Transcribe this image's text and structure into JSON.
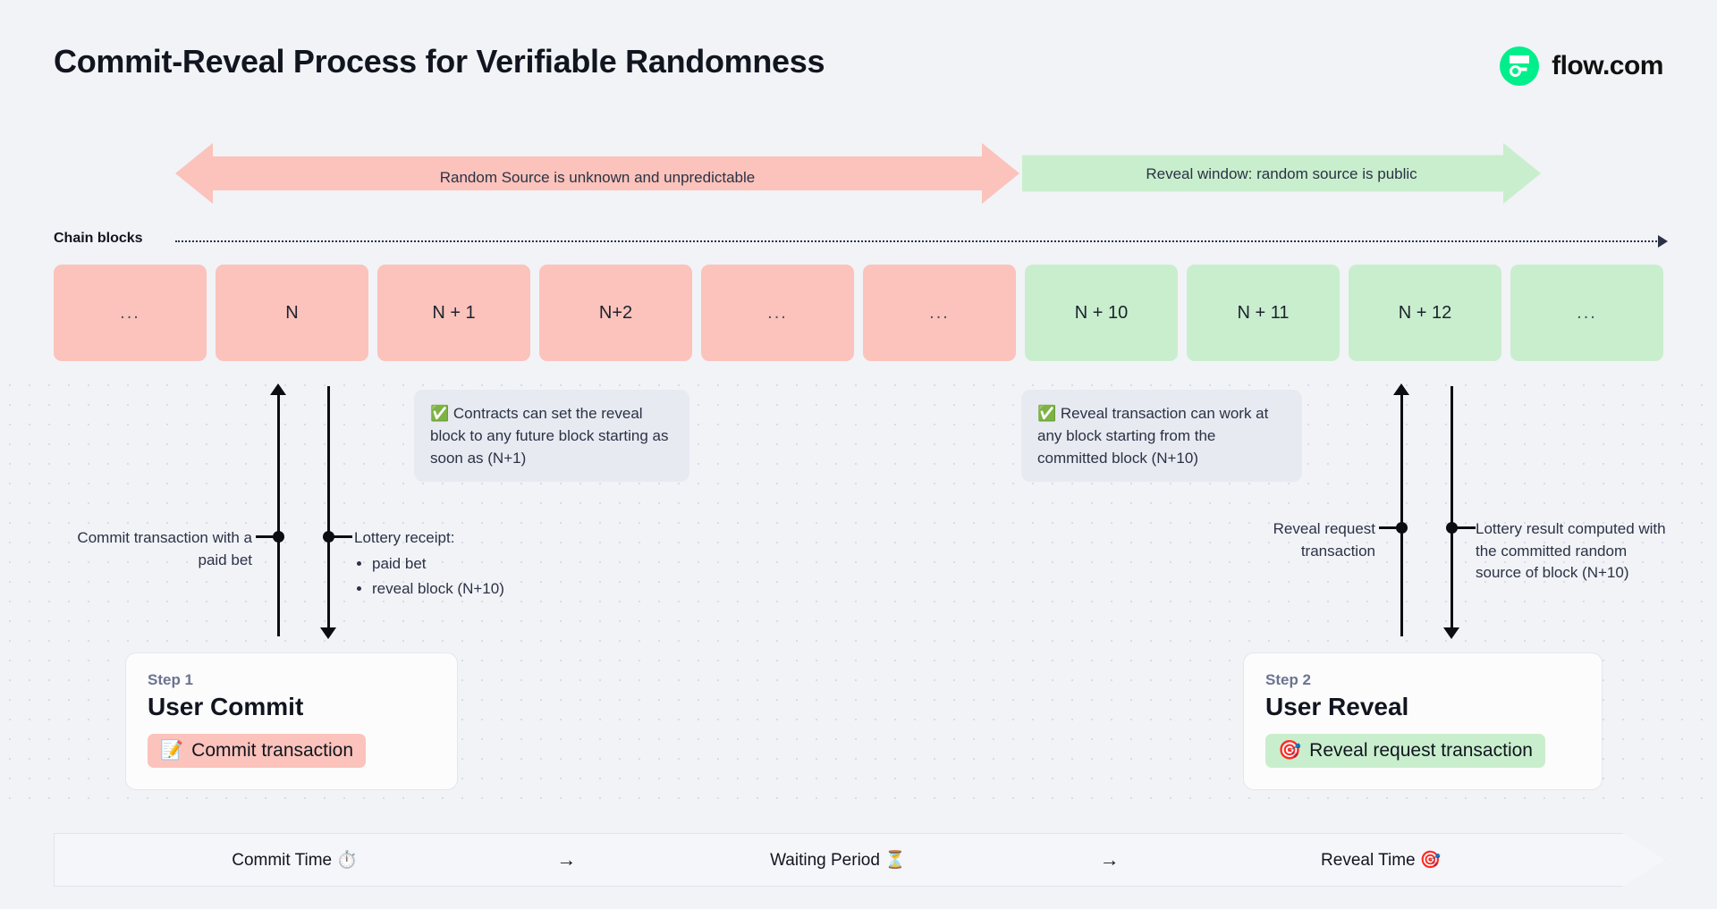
{
  "header": {
    "title": "Commit-Reveal Process for Verifiable Randomness",
    "logo_text": "flow.com",
    "logo_icon": "flow-logo-icon",
    "brand_color": "#00ef8b"
  },
  "banners": {
    "unpredictable": {
      "label": "Random Source is unknown and unpredictable",
      "color": "#fbc3bb",
      "direction": "double"
    },
    "reveal_window": {
      "label": "Reveal window: random source is public",
      "color": "#c9eecd",
      "direction": "right"
    }
  },
  "chain": {
    "label": "Chain blocks",
    "blocks": [
      {
        "label": "...",
        "state": "committed",
        "color": "#fbc3bb"
      },
      {
        "label": "N",
        "state": "committed",
        "color": "#fbc3bb"
      },
      {
        "label": "N + 1",
        "state": "committed",
        "color": "#fbc3bb"
      },
      {
        "label": "N+2",
        "state": "committed",
        "color": "#fbc3bb"
      },
      {
        "label": "...",
        "state": "committed",
        "color": "#fbc3bb"
      },
      {
        "label": "...",
        "state": "committed",
        "color": "#fbc3bb"
      },
      {
        "label": "N + 10",
        "state": "revealed",
        "color": "#c9eecd"
      },
      {
        "label": "N + 11",
        "state": "revealed",
        "color": "#c9eecd"
      },
      {
        "label": "N + 12",
        "state": "revealed",
        "color": "#c9eecd"
      },
      {
        "label": "...",
        "state": "revealed",
        "color": "#c9eecd"
      }
    ]
  },
  "callouts": {
    "contracts": {
      "icon": "check-mark-emoji",
      "text": "Contracts can set the reveal block to any future block starting as soon as (N+1)"
    },
    "reveal": {
      "icon": "check-mark-emoji",
      "text": "Reveal transaction can work at any block starting from the committed block (N+10)"
    }
  },
  "annotations": {
    "commit_transaction": "Commit transaction with a paid bet",
    "lottery_receipt_title": "Lottery receipt:",
    "lottery_receipt_items": [
      "paid bet",
      "reveal block (N+10)"
    ],
    "reveal_request": "Reveal request transaction",
    "lottery_result": "Lottery result computed with the committed random source of block (N+10)"
  },
  "steps": [
    {
      "step": "Step 1",
      "heading": "User Commit",
      "pill_label": "Commit transaction",
      "pill_icon": "memo-emoji",
      "pill_color": "#fbc3bb"
    },
    {
      "step": "Step 2",
      "heading": "User Reveal",
      "pill_label": "Reveal request transaction",
      "pill_icon": "bullseye-emoji",
      "pill_color": "#c9eecd"
    }
  ],
  "footer": {
    "phases": [
      {
        "label": "Commit Time",
        "icon": "stopwatch-emoji"
      },
      {
        "label": "Waiting Period",
        "icon": "hourglass-emoji"
      },
      {
        "label": "Reveal Time",
        "icon": "bullseye-emoji"
      }
    ],
    "separator": "→"
  }
}
